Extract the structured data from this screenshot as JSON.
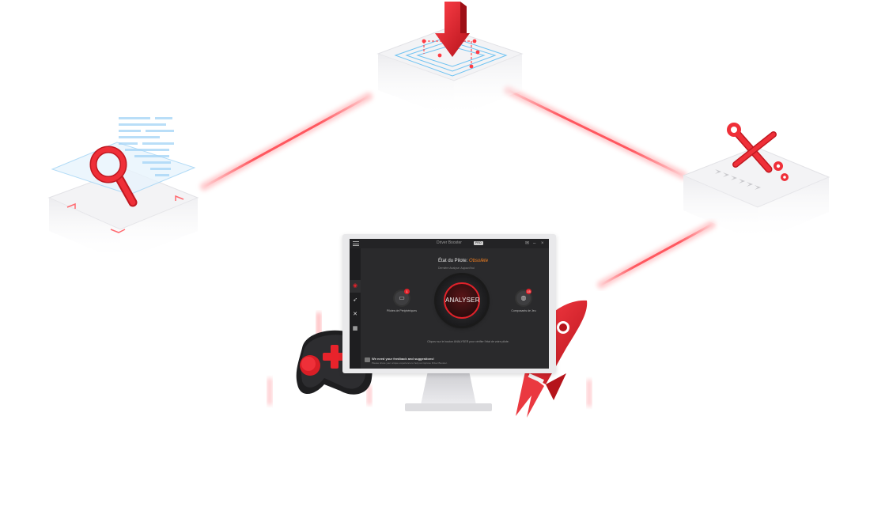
{
  "app": {
    "title": "Driver Booster",
    "edition_badge": "PRO",
    "status_label": "État du Pilote:",
    "status_value": "Obsolète",
    "last_scan_text": "Dernière Analyse: Aujourd'hui",
    "scan_button_label": "ANALYSER",
    "hint_text": "Cliquez sur le bouton ANALYSER pour vérifier l'état de votre pilote.",
    "categories": [
      {
        "label": "Pilotes de Périphériques",
        "badge": "1",
        "icon": "monitor-icon"
      },
      {
        "label": "Composants de Jeu",
        "badge": "15",
        "icon": "gamepad-icon"
      }
    ],
    "sidebar": [
      {
        "icon": "scan-icon",
        "active": true
      },
      {
        "icon": "rocket-icon",
        "active": false
      },
      {
        "icon": "tools-icon",
        "active": false
      },
      {
        "icon": "apps-grid-icon",
        "active": false
      }
    ],
    "feedback_title": "We need your feedback and suggestions!",
    "feedback_subtitle": "Please share your unique experience to help us improve Driver Booster."
  },
  "colors": {
    "accent": "#e0222a",
    "status_warning": "#f47f1e",
    "screen_bg": "#2a2a2c"
  },
  "illustrations": [
    "search-platform",
    "download-platform",
    "repair-platform",
    "gamepad",
    "rocket"
  ]
}
